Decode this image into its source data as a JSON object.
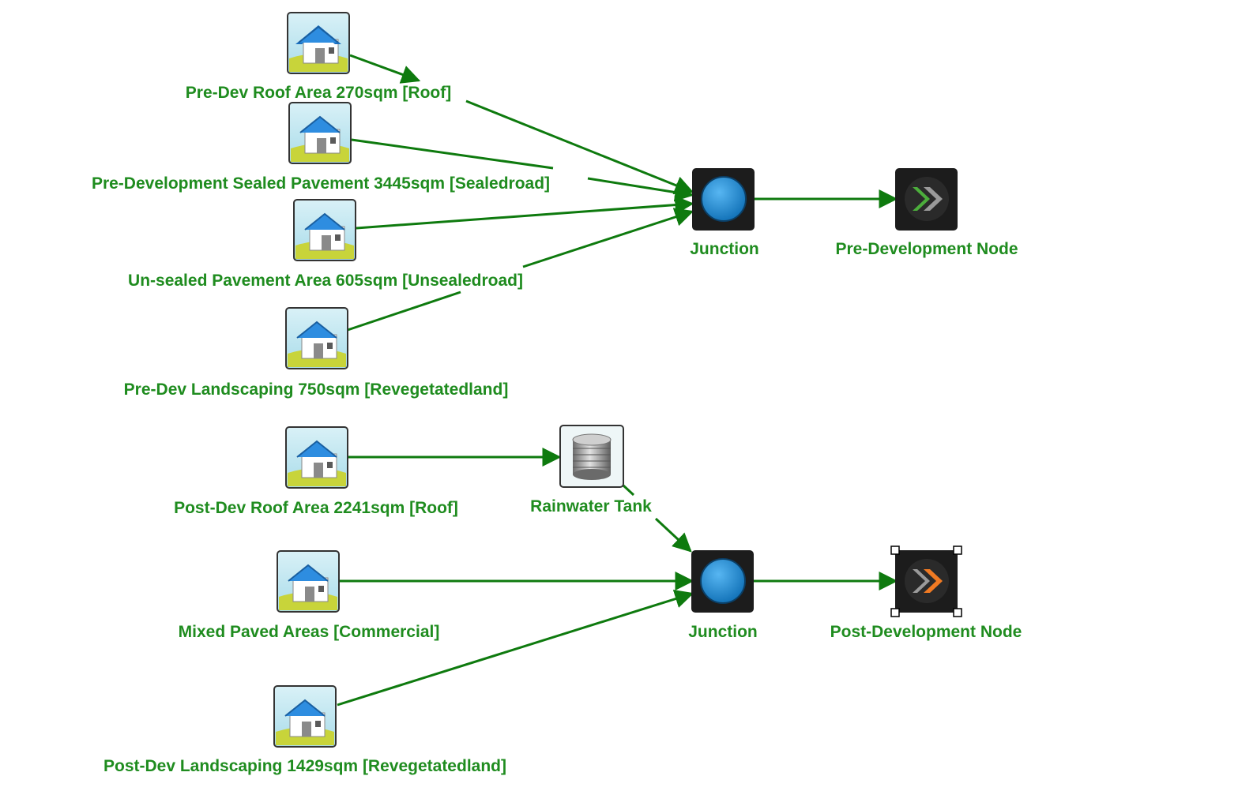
{
  "colors": {
    "edge": "#0e7a0e",
    "label": "#1f8c1f",
    "junction_fill": "#1d8ad6",
    "node_bg": "#1c1c1c",
    "pre_node_arrow": "#4cae3c",
    "post_node_arrow": "#f07a23"
  },
  "nodes": {
    "pre_roof": {
      "label": "Pre-Dev Roof Area 270sqm  [Roof]",
      "icon": "house-icon"
    },
    "pre_sealed": {
      "label": "Pre-Development Sealed Pavement 3445sqm [Sealedroad]",
      "icon": "house-icon"
    },
    "pre_unsealed": {
      "label": "Un-sealed Pavement Area 605sqm [Unsealedroad]",
      "icon": "house-icon"
    },
    "pre_landscaping": {
      "label": "Pre-Dev Landscaping 750sqm [Revegetatedland]",
      "icon": "house-icon"
    },
    "pre_junction": {
      "label": "Junction",
      "icon": "junction-icon"
    },
    "pre_dev_node": {
      "label": "Pre-Development Node",
      "icon": "node-arrow-icon"
    },
    "post_roof": {
      "label": "Post-Dev Roof Area 2241sqm  [Roof]",
      "icon": "house-icon"
    },
    "rainwater_tank": {
      "label": "Rainwater Tank",
      "icon": "tank-icon"
    },
    "mixed_paved": {
      "label": "Mixed Paved Areas [Commercial]",
      "icon": "house-icon"
    },
    "post_landscaping": {
      "label": "Post-Dev Landscaping 1429sqm [Revegetatedland]",
      "icon": "house-icon"
    },
    "post_junction": {
      "label": "Junction",
      "icon": "junction-icon"
    },
    "post_dev_node": {
      "label": "Post-Development Node",
      "icon": "node-arrow-icon",
      "selected": true
    }
  },
  "edges": [
    {
      "from": "pre_roof",
      "to": "pre_junction"
    },
    {
      "from": "pre_sealed",
      "to": "pre_junction"
    },
    {
      "from": "pre_unsealed",
      "to": "pre_junction"
    },
    {
      "from": "pre_landscaping",
      "to": "pre_junction"
    },
    {
      "from": "pre_junction",
      "to": "pre_dev_node"
    },
    {
      "from": "post_roof",
      "to": "rainwater_tank"
    },
    {
      "from": "rainwater_tank",
      "to": "post_junction"
    },
    {
      "from": "mixed_paved",
      "to": "post_junction"
    },
    {
      "from": "post_landscaping",
      "to": "post_junction"
    },
    {
      "from": "post_junction",
      "to": "post_dev_node"
    }
  ]
}
